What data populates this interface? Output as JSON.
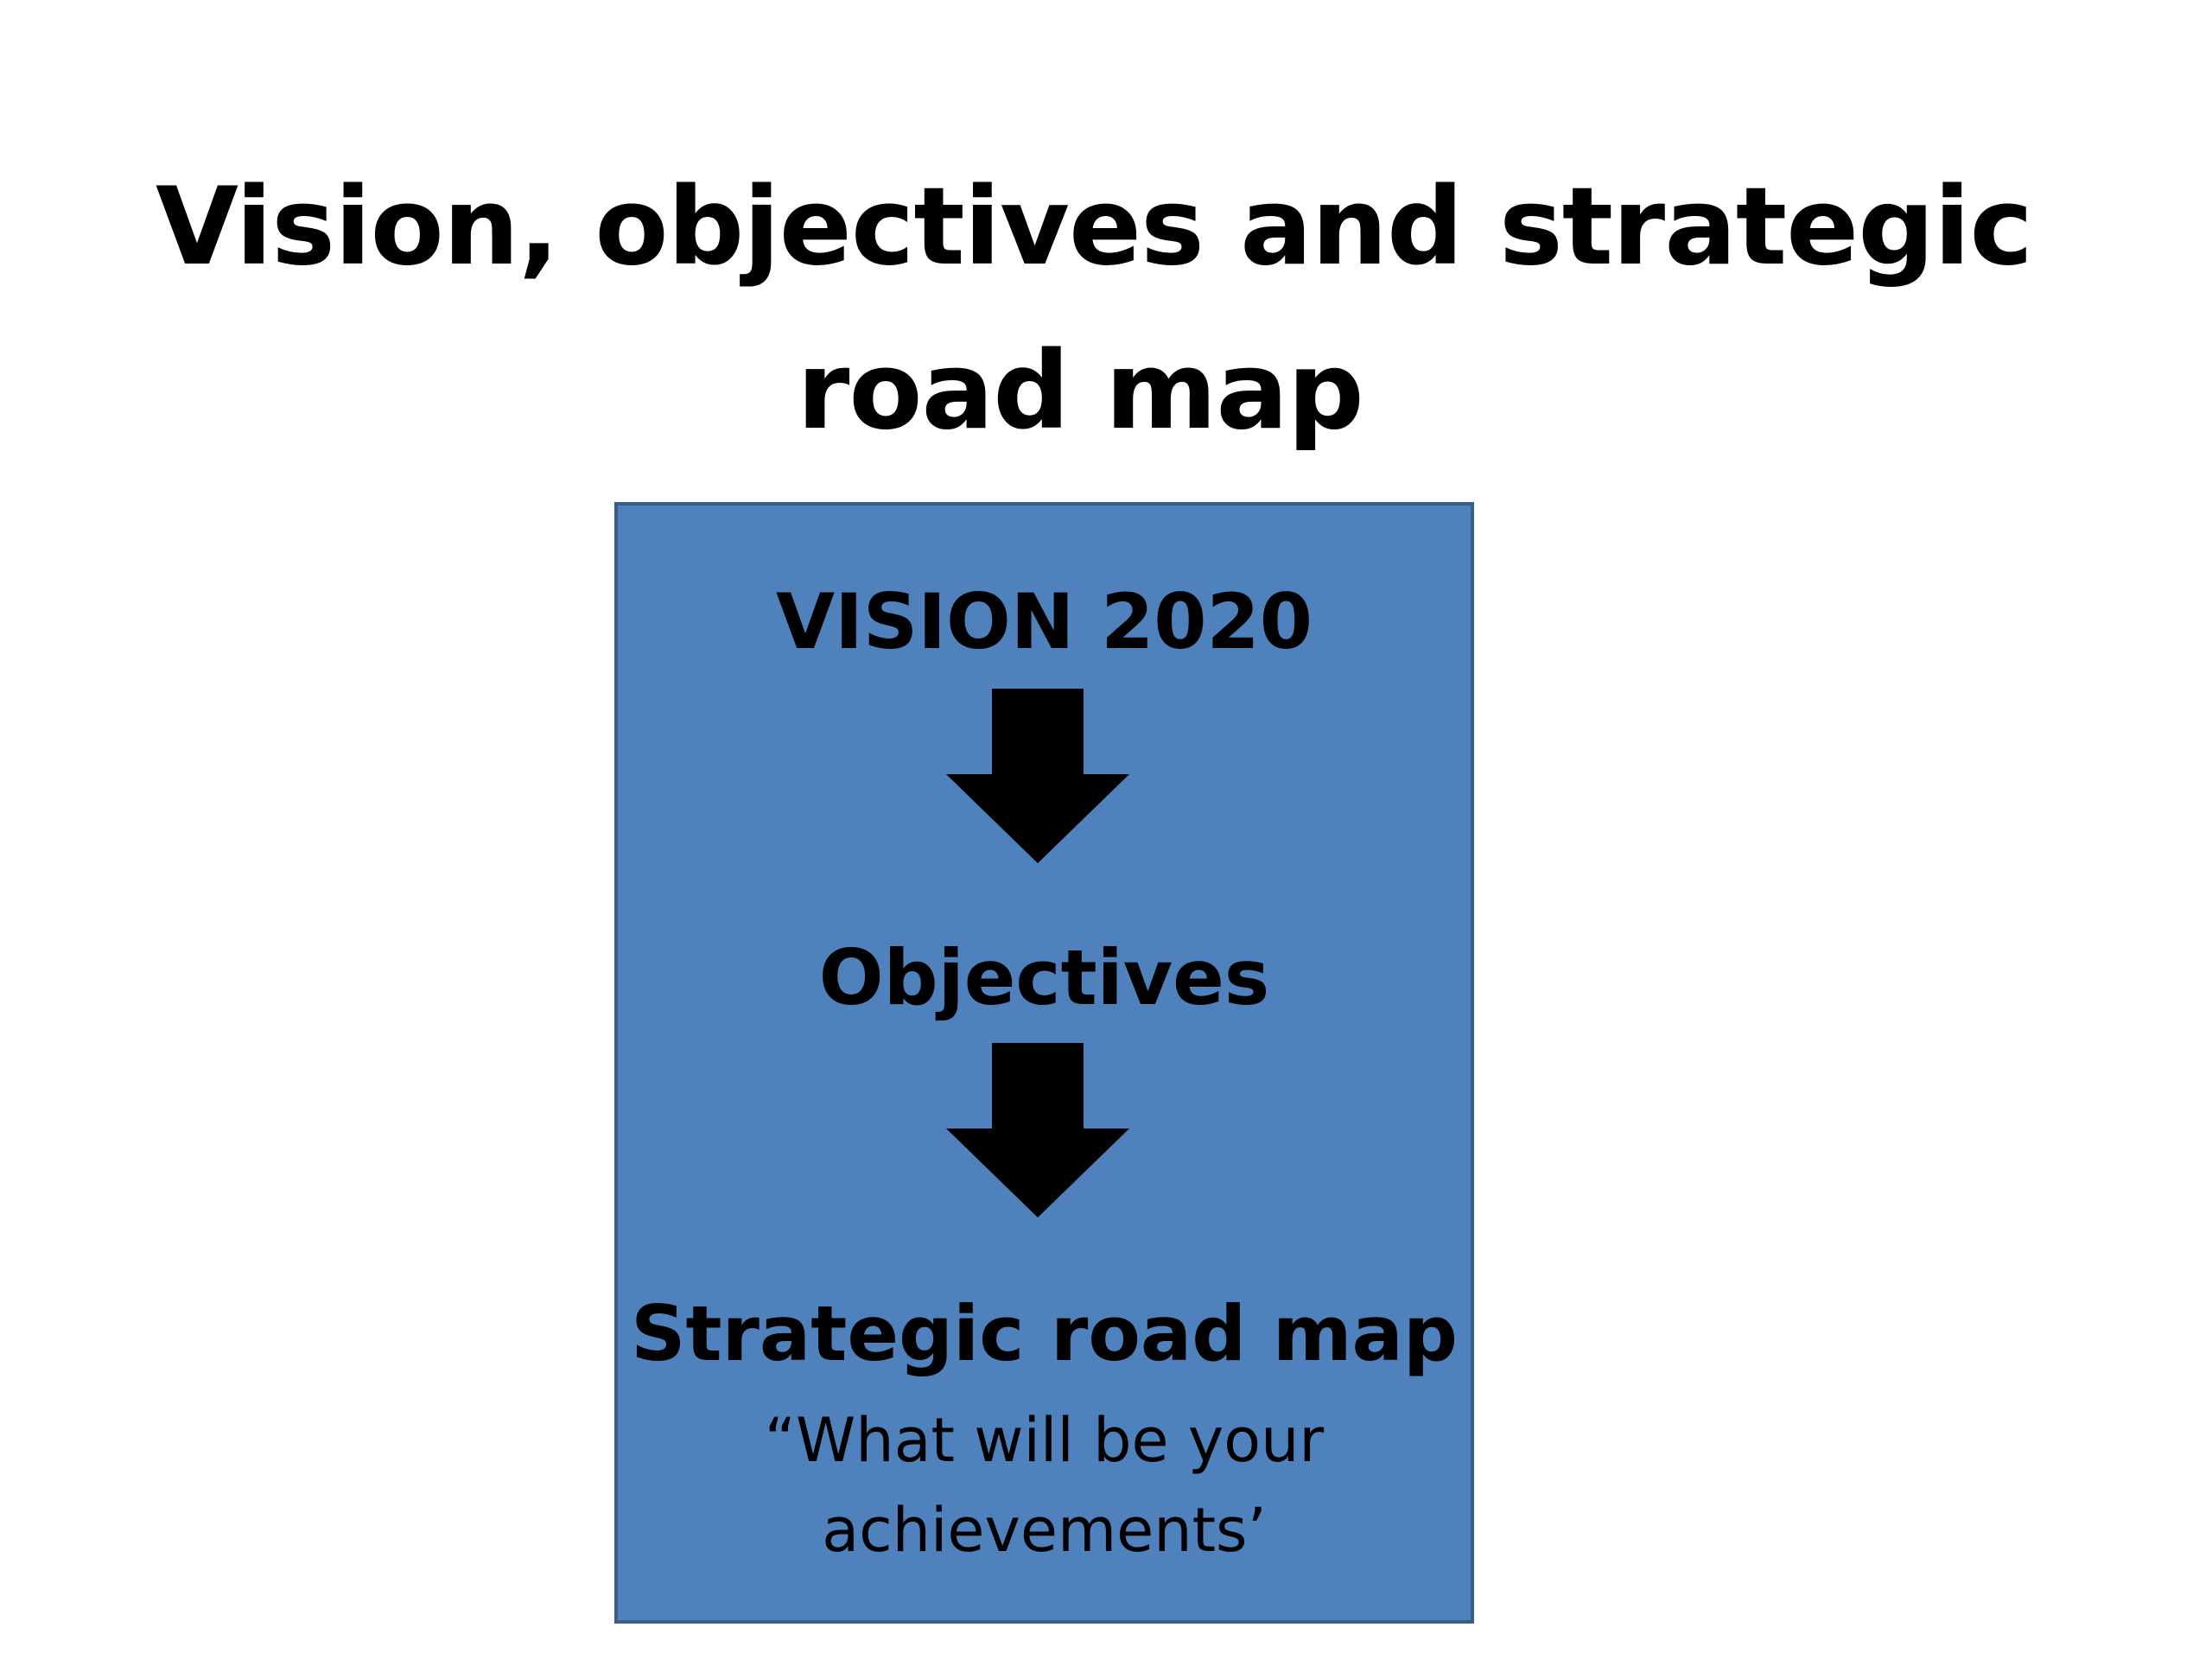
{
  "slide": {
    "title_lines": [
      "Vision, objectives and strategic",
      "road map"
    ],
    "box_fill": "#4f81bd",
    "box_border": "#385d8a",
    "arrow_color": "#000000",
    "steps": [
      {
        "label": "VISION 2020"
      },
      {
        "label": "Objectives"
      },
      {
        "label": "Strategic road map",
        "subtext_lines": [
          "“What will be your",
          "achievements’"
        ]
      }
    ],
    "arrow_icons": [
      "arrow-down-icon",
      "arrow-down-icon"
    ]
  }
}
